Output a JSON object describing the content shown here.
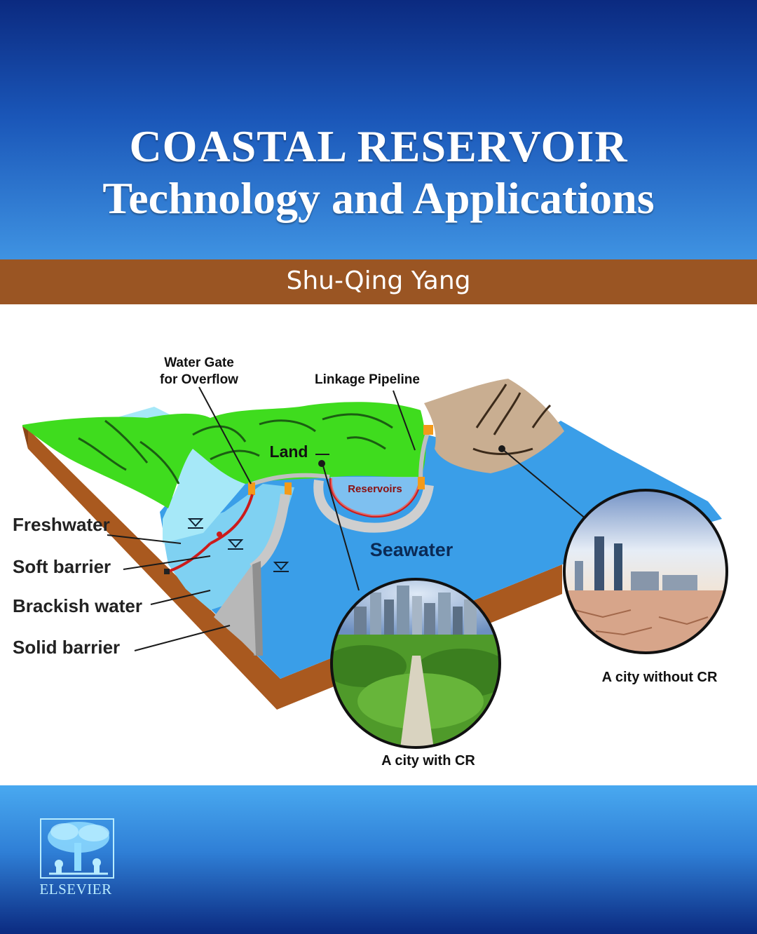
{
  "cover": {
    "title_line1": "COASTAL RESERVOIR",
    "title_line2": "Technology and Applications",
    "author": "Shu-Qing Yang",
    "publisher": "ELSEVIER"
  },
  "figure": {
    "labels": {
      "water_gate": [
        "Water Gate",
        "for Overflow"
      ],
      "linkage_pipeline": "Linkage Pipeline",
      "land": "Land",
      "reservoirs": "Reservoirs",
      "seawater": "Seawater",
      "freshwater": "Freshwater",
      "soft_barrier": "Soft barrier",
      "brackish_water": "Brackish water",
      "solid_barrier": "Solid barrier",
      "city_with_cr": "A city with CR",
      "city_without_cr": "A city without CR"
    }
  },
  "colors": {
    "top_band": "#1a56b8",
    "author_band": "#9a5523",
    "land": "#3fdc1e",
    "seawater": "#3a9ee8",
    "freshwater": "#a6e8f8",
    "soil": "#a9591f",
    "barrier_soft": "#cc1b1b",
    "gate": "#f39a1a"
  }
}
